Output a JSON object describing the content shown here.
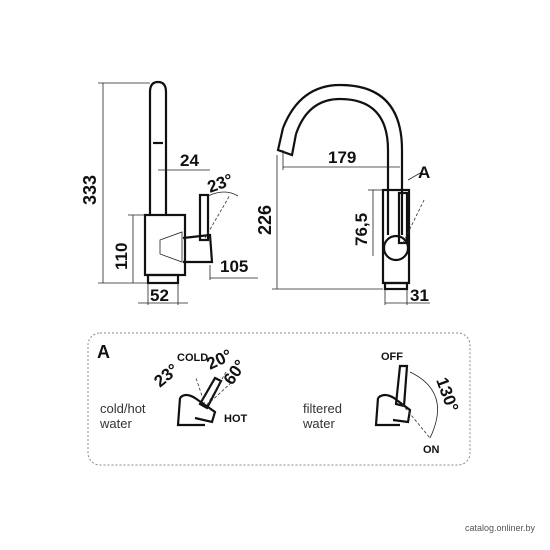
{
  "dimensions": {
    "total_height": "333",
    "spout_offset": "24",
    "lever_angle": "23°",
    "body_height": "110",
    "lever_reach": "105",
    "base_diameter": "52",
    "spout_reach": "179",
    "spout_height": "226",
    "body_section": "76,5",
    "base_depth": "31"
  },
  "detail": {
    "marker": "A",
    "section_label": "A"
  },
  "mixer": {
    "caption_line1": "cold/hot",
    "caption_line2": "water",
    "cold_label": "COLD",
    "hot_label": "HOT",
    "angle_left": "23°",
    "angle_cold": "20°",
    "angle_hot": "60°"
  },
  "filter": {
    "caption_line1": "filtered",
    "caption_line2": "water",
    "off_label": "OFF",
    "on_label": "ON",
    "angle": "130°"
  },
  "watermark": "catalog.onliner.by",
  "colors": {
    "line": "#111111",
    "panel_border": "#888888"
  }
}
